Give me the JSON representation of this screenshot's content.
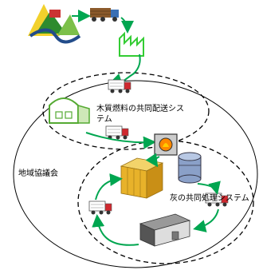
{
  "labels": {
    "fuel_delivery": "木質燃料の共同配送システム",
    "regional_council": "地域協議会",
    "ash_processing": "灰の共同処理システム"
  },
  "colors": {
    "arrow": "#00a650",
    "factory": "#33cc33",
    "truck_body": "#ffffff",
    "truck_cab": "#d0282f",
    "log": "#8b5a2b",
    "forest_green": "#2e8b2e",
    "forest_yellow": "#f2d12c",
    "road": "#224c8a",
    "boiler": "#ff8800",
    "tank": "#8aa0c8",
    "crate": "#e8b22a",
    "barn": "#55aa33",
    "shed": "#666666"
  },
  "icons": [
    "forest-icon",
    "log-truck-icon",
    "factory-icon",
    "truck-icon",
    "barn-icon",
    "boiler-icon",
    "tank-icon",
    "crate-stack-icon",
    "storage-shed-icon"
  ]
}
